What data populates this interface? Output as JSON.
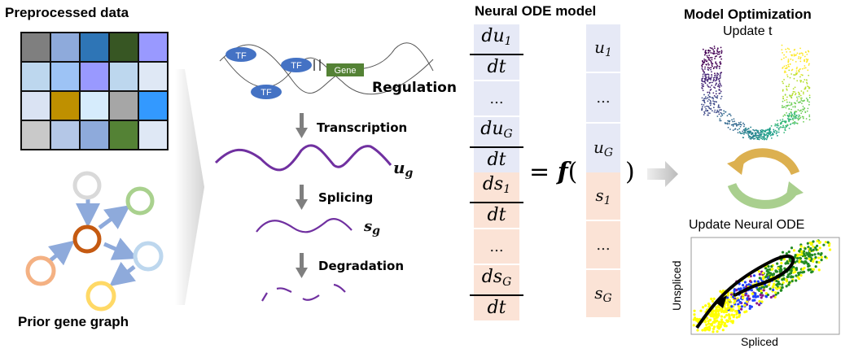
{
  "panels": {
    "preprocessed": {
      "title": "Preprocessed data",
      "matrix_colors": [
        [
          "#7f7f7f",
          "#8eaadb",
          "#2e75b6",
          "#375623",
          "#9999ff"
        ],
        [
          "#bdd7ee",
          "#9dc3f5",
          "#9999ff",
          "#bdd7ee",
          "#dfe8f5"
        ],
        [
          "#dae3f3",
          "#bf9000",
          "#d6ecfc",
          "#a6a6a6",
          "#3399ff"
        ],
        [
          "#c9c9c9",
          "#b4c7e7",
          "#8eaadb",
          "#548235",
          "#dfe8f5"
        ]
      ]
    },
    "gene_graph": {
      "title": "Prior gene graph",
      "nodes": [
        {
          "id": "grey",
          "color": "#d9d9d9"
        },
        {
          "id": "green",
          "color": "#a9d18e"
        },
        {
          "id": "center",
          "color": "#c55a11"
        },
        {
          "id": "lightblue",
          "color": "#bdd7ee"
        },
        {
          "id": "orange",
          "color": "#f4b183"
        },
        {
          "id": "yellow",
          "color": "#ffd966"
        }
      ],
      "edge_color": "#8eaadb"
    },
    "process": {
      "tf_label": "TF",
      "gene_label": "Gene",
      "steps": [
        "Regulation",
        "Transcription",
        "Splicing",
        "Degradation"
      ],
      "u_label": "u",
      "u_sub": "g",
      "s_label": "s",
      "s_sub": "g",
      "tf_color": "#4472c4",
      "gene_color": "#548235",
      "wave_color": "#7030a0"
    },
    "neural_ode": {
      "title": "Neural ODE model",
      "lhs": [
        {
          "num": "du",
          "sub": "1",
          "den": "dt",
          "tone": "blue"
        },
        {
          "dots": "..."
        },
        {
          "num": "du",
          "sub": "G",
          "den": "dt",
          "tone": "blue"
        },
        {
          "num": "ds",
          "sub": "1",
          "den": "dt",
          "tone": "peach"
        },
        {
          "dots": "..."
        },
        {
          "num": "ds",
          "sub": "G",
          "den": "dt",
          "tone": "peach"
        }
      ],
      "equals": "= ",
      "func": "f",
      "open_paren": "(",
      "close_paren": ")",
      "rhs": [
        {
          "var": "u",
          "sub": "1"
        },
        {
          "dots": "..."
        },
        {
          "var": "u",
          "sub": "G"
        },
        {
          "var": "s",
          "sub": "1"
        },
        {
          "dots": "..."
        },
        {
          "var": "s",
          "sub": "G"
        }
      ]
    },
    "optimization": {
      "title": "Model Optimization",
      "update_t": "Update t",
      "update_ode": "Update Neural ODE",
      "xlabel": "Spliced",
      "ylabel": "Unspliced"
    }
  }
}
